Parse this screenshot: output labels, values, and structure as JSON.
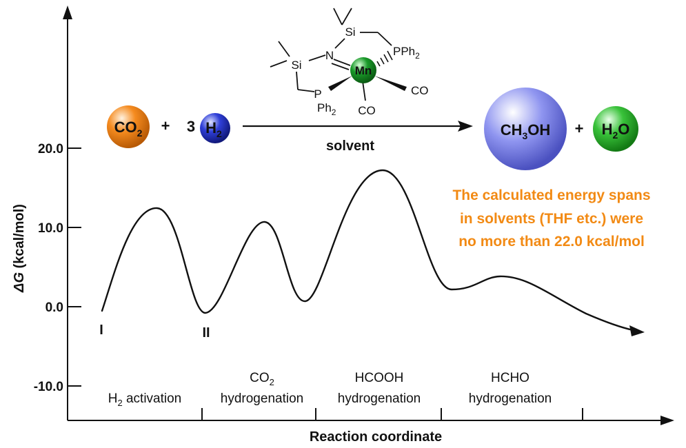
{
  "colors": {
    "curve": "#111111",
    "note": "#f28a14",
    "co2_ball": "#f58b1f",
    "h2_ball": "#2f3fd8",
    "ch3oh_ball": "#8f95f0",
    "h2o_ball": "#39c23a",
    "mn_ball": "#1a9a2a"
  },
  "axes": {
    "y_title_symbol": "ΔG",
    "y_title_rest": " (kcal/mol)",
    "x_title": "Reaction coordinate",
    "y_ticks": [
      {
        "label": "20.0",
        "value": 20
      },
      {
        "label": "10.0",
        "value": 10
      },
      {
        "label": "0.0",
        "value": 0
      },
      {
        "label": "-10.0",
        "value": -10
      }
    ]
  },
  "states": {
    "first": "I",
    "second": "II"
  },
  "stages": {
    "h2": {
      "main": "H",
      "sub": "2",
      "rest": " activation"
    },
    "co2": {
      "line1_main": "CO",
      "line1_sub": "2",
      "line2": "hydrogenation"
    },
    "hcooh": {
      "line1": "HCOOH",
      "line2": "hydrogenation"
    },
    "hcho": {
      "line1": "HCHO",
      "line2": "hydrogenation"
    }
  },
  "reaction": {
    "co2": {
      "main": "CO",
      "sub": "2"
    },
    "plus1": "+",
    "coef": "3",
    "h2": {
      "main": "H",
      "sub": "2"
    },
    "condition": "solvent",
    "ch3oh": {
      "a": "CH",
      "sub": "3",
      "b": "OH"
    },
    "plus2": "+",
    "h2o": {
      "a": "H",
      "sub": "2",
      "b": "O"
    }
  },
  "catalyst": {
    "si1": "Si",
    "si2": "Si",
    "n": "N",
    "mn": "Mn",
    "pph2_main": "PPh",
    "pph2_sub": "2",
    "p": "P",
    "ph2_main": "Ph",
    "ph2_sub": "2",
    "co1": "CO",
    "co2": "CO"
  },
  "note": {
    "line1": "The calculated energy spans",
    "line2": "in solvents (THF etc.) were",
    "line3": "no more than 22.0 kcal/mol"
  }
}
